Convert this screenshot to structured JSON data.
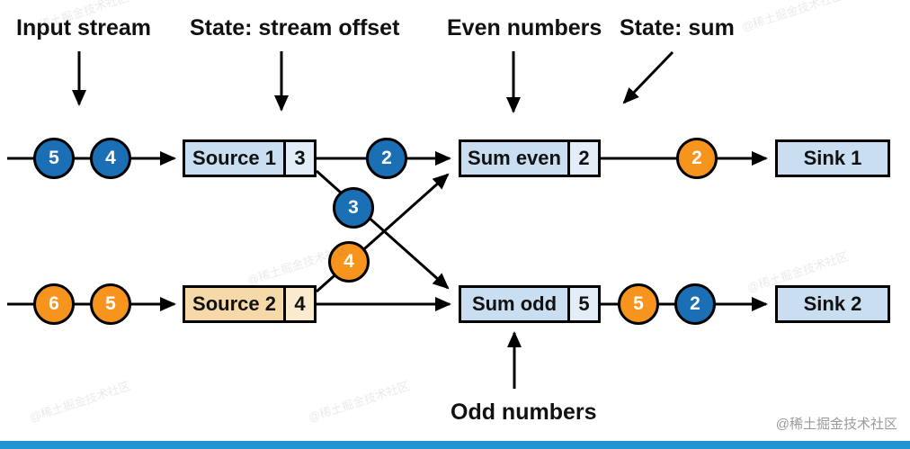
{
  "diagram": {
    "annotations": {
      "input_stream": "Input stream",
      "state_stream_offset": "State: stream offset",
      "even_numbers": "Even numbers",
      "state_sum": "State: sum",
      "odd_numbers": "Odd numbers"
    },
    "nodes": {
      "source1": {
        "label": "Source 1",
        "state": "3"
      },
      "source2": {
        "label": "Source 2",
        "state": "4"
      },
      "sum_even": {
        "label": "Sum even",
        "state": "2"
      },
      "sum_odd": {
        "label": "Sum odd",
        "state": "5"
      },
      "sink1": {
        "label": "Sink 1"
      },
      "sink2": {
        "label": "Sink 2"
      }
    },
    "tokens": {
      "in1_first": "5",
      "in1_second": "4",
      "src1_even_out": "2",
      "src1_odd_out": "3",
      "src2_even_out": "4",
      "sum_even_out": "2",
      "in2_first": "6",
      "in2_second": "5",
      "sum_odd_out_first": "5",
      "sum_odd_out_second": "2"
    }
  },
  "watermark": {
    "credit": "@稀土掘金技术社区",
    "faint": "@稀土掘金技术社区"
  },
  "colors": {
    "token-blue": "#1b6fb5",
    "token-orange": "#f7941e",
    "box-blue": "#c9def0",
    "cell-blue": "#e2edf7",
    "box-tan": "#f5d9a8",
    "cell-tan": "#fbeace",
    "line": "#000000",
    "bar-blue": "#2196d3",
    "credit-gray": "#9a9a9a"
  }
}
